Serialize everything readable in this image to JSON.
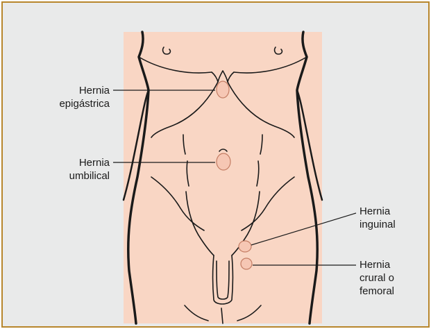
{
  "labels": {
    "epigastric": [
      "Hernia",
      "epigástrica"
    ],
    "umbilical": [
      "Hernia",
      "umbilical"
    ],
    "inguinal": [
      "Hernia",
      "inguinal"
    ],
    "crural": [
      "Hernia",
      "crural o",
      "femoral"
    ]
  },
  "colors": {
    "frame_border": "#b7862b",
    "background": "#e9eaea",
    "skin": "#f9d6c4",
    "hernia": "#f6c7b4",
    "outline": "#1a1a1a"
  }
}
